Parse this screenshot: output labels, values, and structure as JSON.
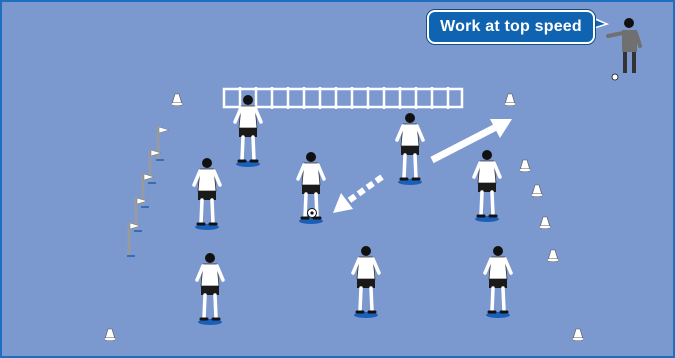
{
  "callout": {
    "text": "Work at top speed"
  },
  "colors": {
    "pitch": "#7c99cf",
    "border": "#1f6fc0",
    "callout_bg": "#0f63b1",
    "shorts": "#1a1a1a",
    "shirt": "#ffffff",
    "base_marker": "#1a5fb8",
    "coach_shirt": "#707070"
  },
  "icons": [
    "speed-ladder",
    "cone",
    "slalom-pole",
    "soccer-ball",
    "pass-arrow",
    "run-arrow",
    "coach",
    "player"
  ]
}
